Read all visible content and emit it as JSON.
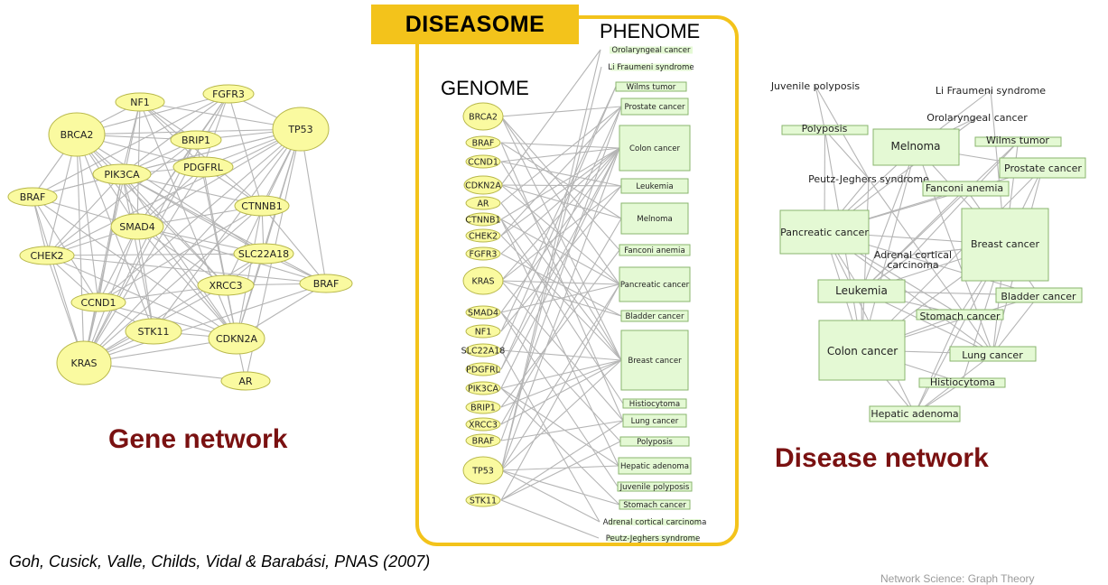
{
  "titles": {
    "diseasome": "DISEASOME",
    "phenome": "PHENOME",
    "genome": "GENOME",
    "gene_network": "Gene network",
    "disease_network": "Disease network"
  },
  "citation": "Goh, Cusick, Valle, Childs, Vidal & Barabási, PNAS (2007)",
  "footer": "Network Science: Graph Theory",
  "colors": {
    "gene_fill": "#fafaa0",
    "gene_stroke": "#b8b84a",
    "disease_fill": "#e4f9d4",
    "disease_stroke": "#8ab56e",
    "edge": "#b5b5b5",
    "accent": "#f3c31b",
    "title": "#7a1111"
  },
  "gene_network": {
    "nodes": [
      {
        "id": "NF1",
        "label": "NF1",
        "size": "s"
      },
      {
        "id": "FGFR3",
        "label": "FGFR3",
        "size": "s"
      },
      {
        "id": "BRCA2",
        "label": "BRCA2",
        "size": "l"
      },
      {
        "id": "TP53",
        "label": "TP53",
        "size": "l"
      },
      {
        "id": "BRIP1",
        "label": "BRIP1",
        "size": "s"
      },
      {
        "id": "PIK3CA",
        "label": "PIK3CA",
        "size": "s"
      },
      {
        "id": "PDGFRL",
        "label": "PDGFRL",
        "size": "s"
      },
      {
        "id": "BRAF1",
        "label": "BRAF",
        "size": "s"
      },
      {
        "id": "CTNNB1",
        "label": "CTNNB1",
        "size": "s"
      },
      {
        "id": "SMAD4",
        "label": "SMAD4",
        "size": "m"
      },
      {
        "id": "CHEK2",
        "label": "CHEK2",
        "size": "s"
      },
      {
        "id": "SLC22A18",
        "label": "SLC22A18",
        "size": "s"
      },
      {
        "id": "BRAF2",
        "label": "BRAF",
        "size": "s"
      },
      {
        "id": "XRCC3",
        "label": "XRCC3",
        "size": "s"
      },
      {
        "id": "CCND1",
        "label": "CCND1",
        "size": "s"
      },
      {
        "id": "STK11",
        "label": "STK11",
        "size": "m"
      },
      {
        "id": "CDKN2A",
        "label": "CDKN2A",
        "size": "m"
      },
      {
        "id": "KRAS",
        "label": "KRAS",
        "size": "l"
      },
      {
        "id": "AR",
        "label": "AR",
        "size": "s"
      }
    ]
  },
  "genome": {
    "nodes": [
      {
        "id": "BRCA2",
        "label": "BRCA2",
        "size": "l"
      },
      {
        "id": "BRAF",
        "label": "BRAF",
        "size": "s"
      },
      {
        "id": "CCND1",
        "label": "CCND1",
        "size": "s"
      },
      {
        "id": "CDKN2A",
        "label": "CDKN2A",
        "size": "m"
      },
      {
        "id": "AR",
        "label": "AR",
        "size": "s"
      },
      {
        "id": "CTNNB1",
        "label": "CTNNB1",
        "size": "s"
      },
      {
        "id": "CHEK2",
        "label": "CHEK2",
        "size": "s"
      },
      {
        "id": "FGFR3",
        "label": "FGFR3",
        "size": "s"
      },
      {
        "id": "KRAS",
        "label": "KRAS",
        "size": "l"
      },
      {
        "id": "SMAD4",
        "label": "SMAD4",
        "size": "s"
      },
      {
        "id": "NF1",
        "label": "NF1",
        "size": "s"
      },
      {
        "id": "SLC22A18",
        "label": "SLC22A18",
        "size": "s"
      },
      {
        "id": "PDGFRL",
        "label": "PDGFRL",
        "size": "s"
      },
      {
        "id": "PIK3CA",
        "label": "PIK3CA",
        "size": "s"
      },
      {
        "id": "BRIP1",
        "label": "BRIP1",
        "size": "s"
      },
      {
        "id": "XRCC3",
        "label": "XRCC3",
        "size": "s"
      },
      {
        "id": "BRAF2",
        "label": "BRAF",
        "size": "s"
      },
      {
        "id": "TP53",
        "label": "TP53",
        "size": "l"
      },
      {
        "id": "STK11",
        "label": "STK11",
        "size": "s"
      }
    ]
  },
  "phenome": {
    "nodes": [
      {
        "id": "orolaryngeal",
        "label": "Orolaryngeal cancer",
        "size": "xs"
      },
      {
        "id": "lifraumeni",
        "label": "Li Fraumeni syndrome",
        "size": "xs"
      },
      {
        "id": "wilms",
        "label": "Wilms tumor",
        "size": "xs"
      },
      {
        "id": "prostate",
        "label": "Prostate cancer",
        "size": "s"
      },
      {
        "id": "colon",
        "label": "Colon cancer",
        "size": "l"
      },
      {
        "id": "leukemia",
        "label": "Leukemia",
        "size": "s"
      },
      {
        "id": "melnoma",
        "label": "Melnoma",
        "size": "m"
      },
      {
        "id": "fanconi",
        "label": "Fanconi anemia",
        "size": "xs"
      },
      {
        "id": "pancreatic",
        "label": "Pancreatic cancer",
        "size": "m"
      },
      {
        "id": "bladder",
        "label": "Bladder cancer",
        "size": "xs"
      },
      {
        "id": "breast",
        "label": "Breast cancer",
        "size": "xl"
      },
      {
        "id": "histiocytoma",
        "label": "Histiocytoma",
        "size": "xs"
      },
      {
        "id": "lung",
        "label": "Lung cancer",
        "size": "xs"
      },
      {
        "id": "polyposis",
        "label": "Polyposis",
        "size": "xs"
      },
      {
        "id": "hepatic",
        "label": "Hepatic adenoma",
        "size": "s"
      },
      {
        "id": "juvenile",
        "label": "Juvenile polyposis",
        "size": "xs"
      },
      {
        "id": "stomach",
        "label": "Stomach cancer",
        "size": "xs"
      },
      {
        "id": "adrenal",
        "label": "Adrenal cortical carcinoma",
        "size": "xs"
      },
      {
        "id": "peutz",
        "label": "Peutz-Jeghers syndrome",
        "size": "xs"
      }
    ]
  },
  "disease_network": {
    "nodes": [
      {
        "id": "juvenile",
        "label": "Juvenile polyposis",
        "box": false
      },
      {
        "id": "lifraumeni",
        "label": "Li Fraumeni syndrome",
        "box": false
      },
      {
        "id": "orolaryngeal",
        "label": "Orolaryngeal cancer",
        "box": false
      },
      {
        "id": "polyposis",
        "label": "Polyposis",
        "box": true
      },
      {
        "id": "melnoma",
        "label": "Melnoma",
        "box": true
      },
      {
        "id": "wilms",
        "label": "Wilms tumor",
        "box": true
      },
      {
        "id": "prostate",
        "label": "Prostate cancer",
        "box": true
      },
      {
        "id": "peutz",
        "label": "Peutz-Jeghers syndrome",
        "box": false
      },
      {
        "id": "fanconi",
        "label": "Fanconi anemia",
        "box": true
      },
      {
        "id": "pancreatic",
        "label": "Pancreatic cancer",
        "box": true
      },
      {
        "id": "breast",
        "label": "Breast cancer",
        "box": true
      },
      {
        "id": "adrenal",
        "label": "Adrenal cortical carcinoma",
        "box": false
      },
      {
        "id": "leukemia",
        "label": "Leukemia",
        "box": true
      },
      {
        "id": "bladder",
        "label": "Bladder cancer",
        "box": true
      },
      {
        "id": "stomach",
        "label": "Stomach cancer",
        "box": true
      },
      {
        "id": "colon",
        "label": "Colon cancer",
        "box": true
      },
      {
        "id": "lung",
        "label": "Lung cancer",
        "box": true
      },
      {
        "id": "histiocytoma",
        "label": "Histiocytoma",
        "box": true
      },
      {
        "id": "hepatic",
        "label": "Hepatic adenoma",
        "box": true
      }
    ]
  }
}
